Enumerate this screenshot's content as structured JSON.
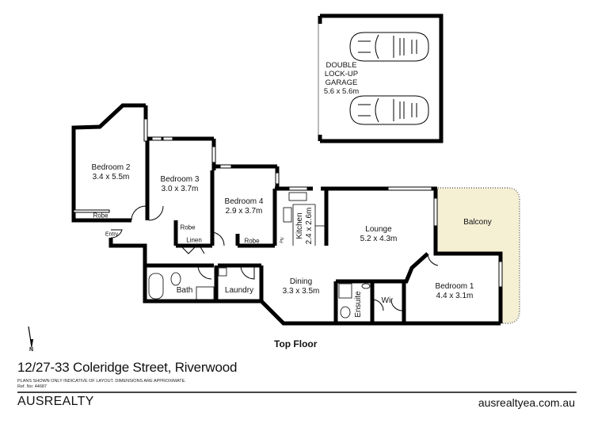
{
  "plan": {
    "floor_title": "Top Floor",
    "rooms": [
      {
        "name": "Bedroom 2",
        "dims": "3.4 x 5.5m"
      },
      {
        "name": "Bedroom 3",
        "dims": "3.0 x 3.7m"
      },
      {
        "name": "Bedroom 4",
        "dims": "2.9 x 3.7m"
      },
      {
        "name": "Kitchen",
        "dims": "2.4 x 2.6m"
      },
      {
        "name": "Lounge",
        "dims": "5.2 x 4.3m"
      },
      {
        "name": "Balcony",
        "dims": ""
      },
      {
        "name": "Bedroom 1",
        "dims": "4.4 x 3.1m"
      },
      {
        "name": "Dining",
        "dims": "3.3 x 3.5m"
      },
      {
        "name": "Bath",
        "dims": ""
      },
      {
        "name": "Laundry",
        "dims": ""
      },
      {
        "name": "Ensuite",
        "dims": ""
      },
      {
        "name": "Wir",
        "dims": ""
      }
    ],
    "minor_labels": {
      "robe_bed2": "Robe",
      "robe_bed3": "Robe",
      "robe_bed4": "Robe",
      "linen": "Linen",
      "entry": "Entry",
      "pantry": "Pty"
    },
    "garage": {
      "line1": "DOUBLE",
      "line2": "LOCK-UP",
      "line3": "GARAGE",
      "dims": "5.6 x 5.6m"
    },
    "north_label": "N",
    "colors": {
      "wall": "#000000",
      "balcony_fill": "#f5efd4",
      "window": "#ffffff"
    }
  },
  "footer": {
    "address": "12/27-33 Coleridge Street, Riverwood",
    "disclaimer": "PLANS SHOWN ONLY INDICATIVE OF LAYOUT.  DIMENSIONS ARE APPROXIMATE.",
    "ref_no": "Ref. No: 44687",
    "brand": "AUSREALTY",
    "website": "ausrealtyea.com.au"
  }
}
